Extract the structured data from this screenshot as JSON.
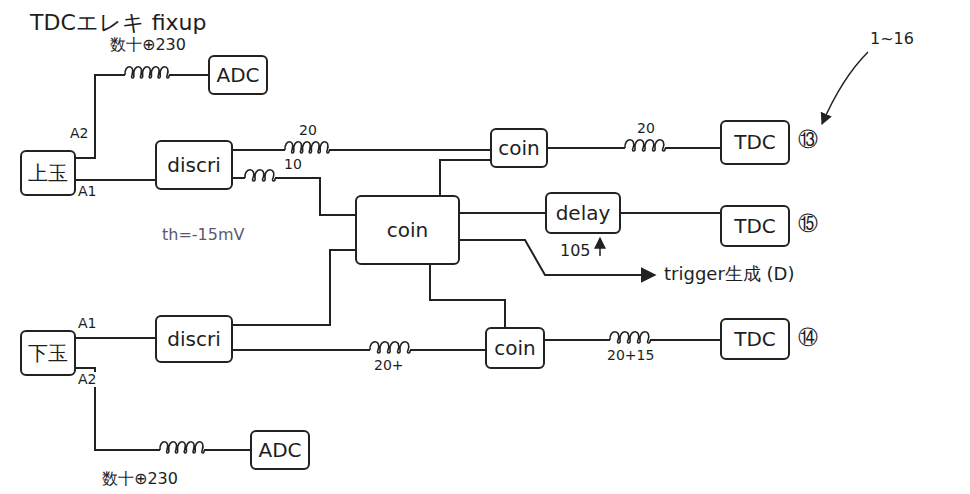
{
  "diagram": {
    "title": "TDCエレキ fixup",
    "nodes": [
      {
        "text": [
          "上玉"
        ]
      },
      {
        "text": [
          "ADC"
        ]
      },
      {
        "text": [
          "discri"
        ]
      },
      {
        "text": [
          "coin"
        ]
      },
      {
        "text": [
          "coin"
        ]
      },
      {
        "text": [
          "delay"
        ]
      },
      {
        "text": [
          "TDC"
        ]
      },
      {
        "text": [
          "TDC"
        ]
      },
      {
        "text": [
          "下玉"
        ]
      },
      {
        "text": [
          "discri"
        ]
      },
      {
        "text": [
          "coin"
        ]
      },
      {
        "text": [
          "TDC"
        ]
      },
      {
        "text": [
          "ADC"
        ]
      }
    ],
    "edges": [
      {
        "from": 0,
        "to": 1,
        "arrow": "none",
        "label": "A2"
      },
      {
        "from": 0,
        "to": 2,
        "arrow": "none",
        "label": "A1"
      },
      {
        "from": 2,
        "to": 3,
        "arrow": "none",
        "label": "20"
      },
      {
        "from": 2,
        "to": 4,
        "arrow": "none",
        "label": "10"
      },
      {
        "from": 4,
        "to": 3,
        "arrow": "none"
      },
      {
        "from": 4,
        "to": 5,
        "arrow": "none"
      },
      {
        "from": 4,
        "to": 10,
        "arrow": "none"
      },
      {
        "from": 3,
        "to": 6,
        "arrow": "none",
        "label": "20"
      },
      {
        "from": 5,
        "to": 7,
        "arrow": "none"
      },
      {
        "from": 8,
        "to": 9,
        "arrow": "none",
        "label": "A1"
      },
      {
        "from": 8,
        "to": 12,
        "arrow": "none",
        "label": "A2"
      },
      {
        "from": 9,
        "to": 4,
        "arrow": "none"
      },
      {
        "from": 9,
        "to": 10,
        "arrow": "none",
        "label": "20+"
      },
      {
        "from": 10,
        "to": 11,
        "arrow": "none",
        "label": "20+15"
      }
    ],
    "labels": [
      "数十⊕230",
      "th=-15mV",
      "105",
      "trigger生成 (D)",
      "1~16",
      "⑬",
      "⑮",
      "⑭",
      "数十⊕230"
    ]
  }
}
